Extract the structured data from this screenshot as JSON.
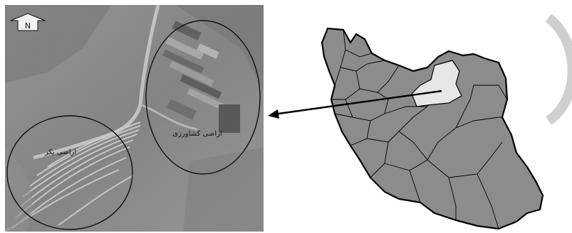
{
  "satellite": {
    "north_label": "N",
    "labels": {
      "agricultural": "اراضی کشاورزی",
      "barren": "اراضی بکر"
    }
  },
  "colors": {
    "province_fill": "#8c8c8c",
    "highlight_fill": "#e6e6e6",
    "border": "#000000",
    "satellite_base": "#8f8f8f"
  },
  "icons": [
    "north-arrow-icon",
    "arrow-icon"
  ]
}
